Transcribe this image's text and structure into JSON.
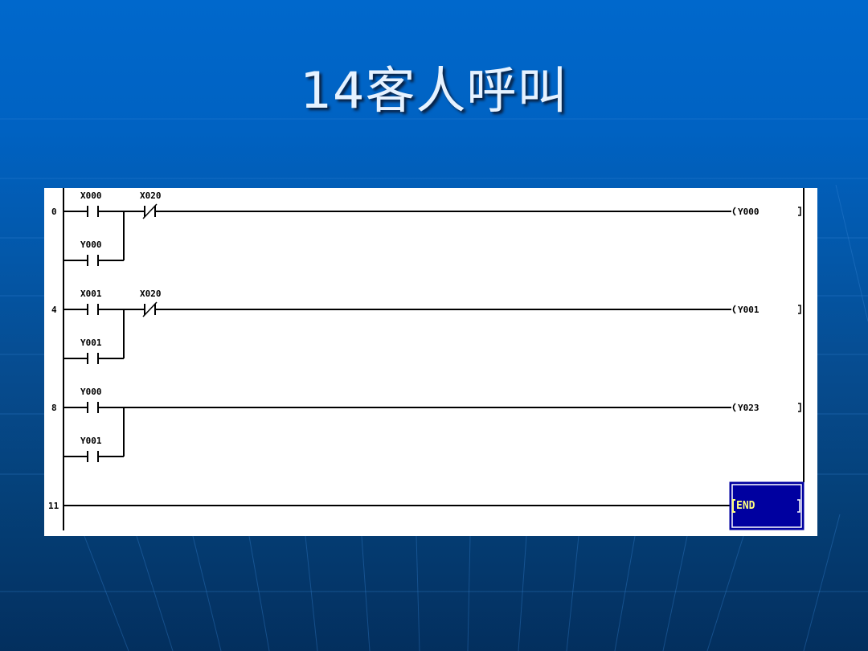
{
  "slide": {
    "title": "14客人呼叫",
    "background_colors": {
      "top": "#0068cc",
      "bottom": "#032f5e"
    }
  },
  "ladder": {
    "rungs": [
      {
        "step": "0",
        "contacts": [
          {
            "label": "X000",
            "type": "NO"
          },
          {
            "label": "X020",
            "type": "NC"
          }
        ],
        "branch": {
          "label": "Y000",
          "type": "NO"
        },
        "coil": "Y000"
      },
      {
        "step": "4",
        "contacts": [
          {
            "label": "X001",
            "type": "NO"
          },
          {
            "label": "X020",
            "type": "NC"
          }
        ],
        "branch": {
          "label": "Y001",
          "type": "NO"
        },
        "coil": "Y001"
      },
      {
        "step": "8",
        "contacts": [
          {
            "label": "Y000",
            "type": "NO"
          }
        ],
        "branch": {
          "label": "Y001",
          "type": "NO"
        },
        "coil": "Y023"
      },
      {
        "step": "11",
        "instruction": "END"
      }
    ],
    "colors": {
      "line": "#000000",
      "end_box": "#0000a0",
      "end_text": "#ffff80"
    }
  }
}
